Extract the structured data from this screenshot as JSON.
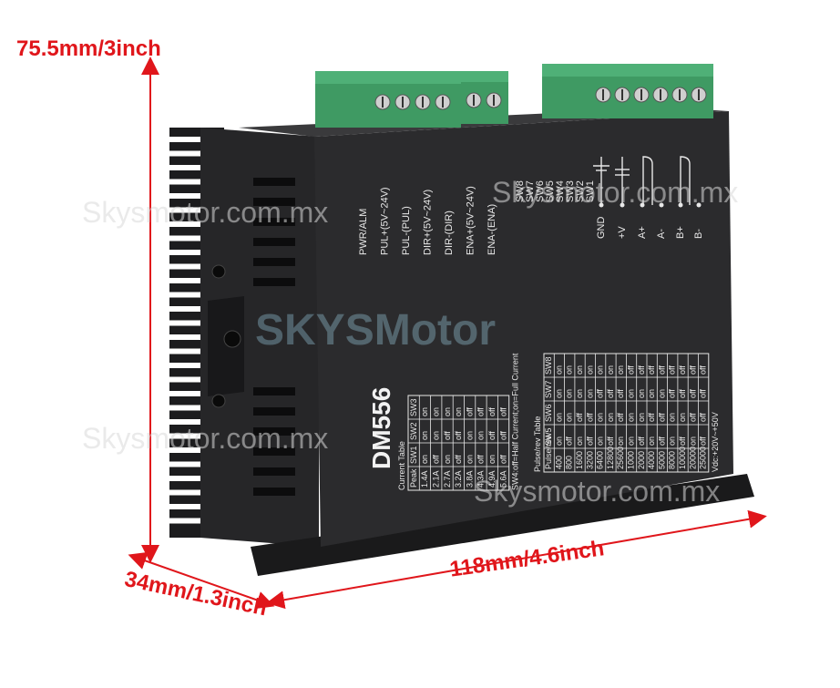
{
  "dimensions": {
    "height": "75.5mm/3inch",
    "depth": "34mm/1.3inch",
    "width": "118mm/4.6inch"
  },
  "product": {
    "model": "DM556",
    "watermark": "Skysmotor.com.mx",
    "watermark_logo": "SKYSMotor"
  },
  "signal_labels": [
    "PWR/ALM",
    "PUL+(5V~24V)",
    "PUL-(PUL)",
    "DIR+(5V~24V)",
    "DIR-(DIR)",
    "ENA+(5V~24V)",
    "ENA-(ENA)"
  ],
  "switch_labels": [
    "SW8",
    "SW7",
    "SW6",
    "SW5",
    "SW4",
    "SW3",
    "SW2",
    "SW1"
  ],
  "power_labels": [
    "GND",
    "+V",
    "A+",
    "A-",
    "B+",
    "B-"
  ],
  "current_table": {
    "title": "Current Table",
    "headers": [
      "Peak",
      "SW1",
      "SW2",
      "SW3"
    ],
    "rows": [
      [
        "1.4A",
        "on",
        "on",
        "on"
      ],
      [
        "2.1A",
        "off",
        "on",
        "on"
      ],
      [
        "2.7A",
        "on",
        "off",
        "on"
      ],
      [
        "3.2A",
        "off",
        "off",
        "on"
      ],
      [
        "3.8A",
        "on",
        "on",
        "off"
      ],
      [
        "4.3A",
        "off",
        "on",
        "off"
      ],
      [
        "4.9A",
        "on",
        "off",
        "off"
      ],
      [
        "5.6A",
        "off",
        "off",
        "off"
      ]
    ],
    "note": "SW4:off=Half Current;on=Full Current"
  },
  "pulse_table": {
    "title": "Pulse/rev Table",
    "headers": [
      "Pulse/rev",
      "SW5",
      "SW6",
      "SW7",
      "SW8"
    ],
    "rows": [
      [
        "400",
        "on",
        "on",
        "on",
        "on"
      ],
      [
        "800",
        "off",
        "on",
        "on",
        "on"
      ],
      [
        "1600",
        "on",
        "off",
        "on",
        "on"
      ],
      [
        "3200",
        "off",
        "off",
        "on",
        "on"
      ],
      [
        "6400",
        "on",
        "on",
        "off",
        "on"
      ],
      [
        "12800",
        "off",
        "on",
        "off",
        "on"
      ],
      [
        "25600",
        "on",
        "off",
        "off",
        "on"
      ],
      [
        "1000",
        "on",
        "on",
        "on",
        "off"
      ],
      [
        "2000",
        "off",
        "on",
        "on",
        "off"
      ],
      [
        "4000",
        "on",
        "off",
        "on",
        "off"
      ],
      [
        "5000",
        "off",
        "off",
        "on",
        "off"
      ],
      [
        "8000",
        "on",
        "on",
        "off",
        "off"
      ],
      [
        "10000",
        "off",
        "on",
        "off",
        "off"
      ],
      [
        "20000",
        "on",
        "off",
        "off",
        "off"
      ],
      [
        "25000",
        "off",
        "off",
        "off",
        "off"
      ]
    ],
    "note": "Vdc:+20V~+50V"
  },
  "colors": {
    "dimension": "#e0161b",
    "terminal": "#3f9a63",
    "body": "#2b2b2d",
    "heatsink": "#1c1c1e",
    "print": "#e8e8e8"
  }
}
